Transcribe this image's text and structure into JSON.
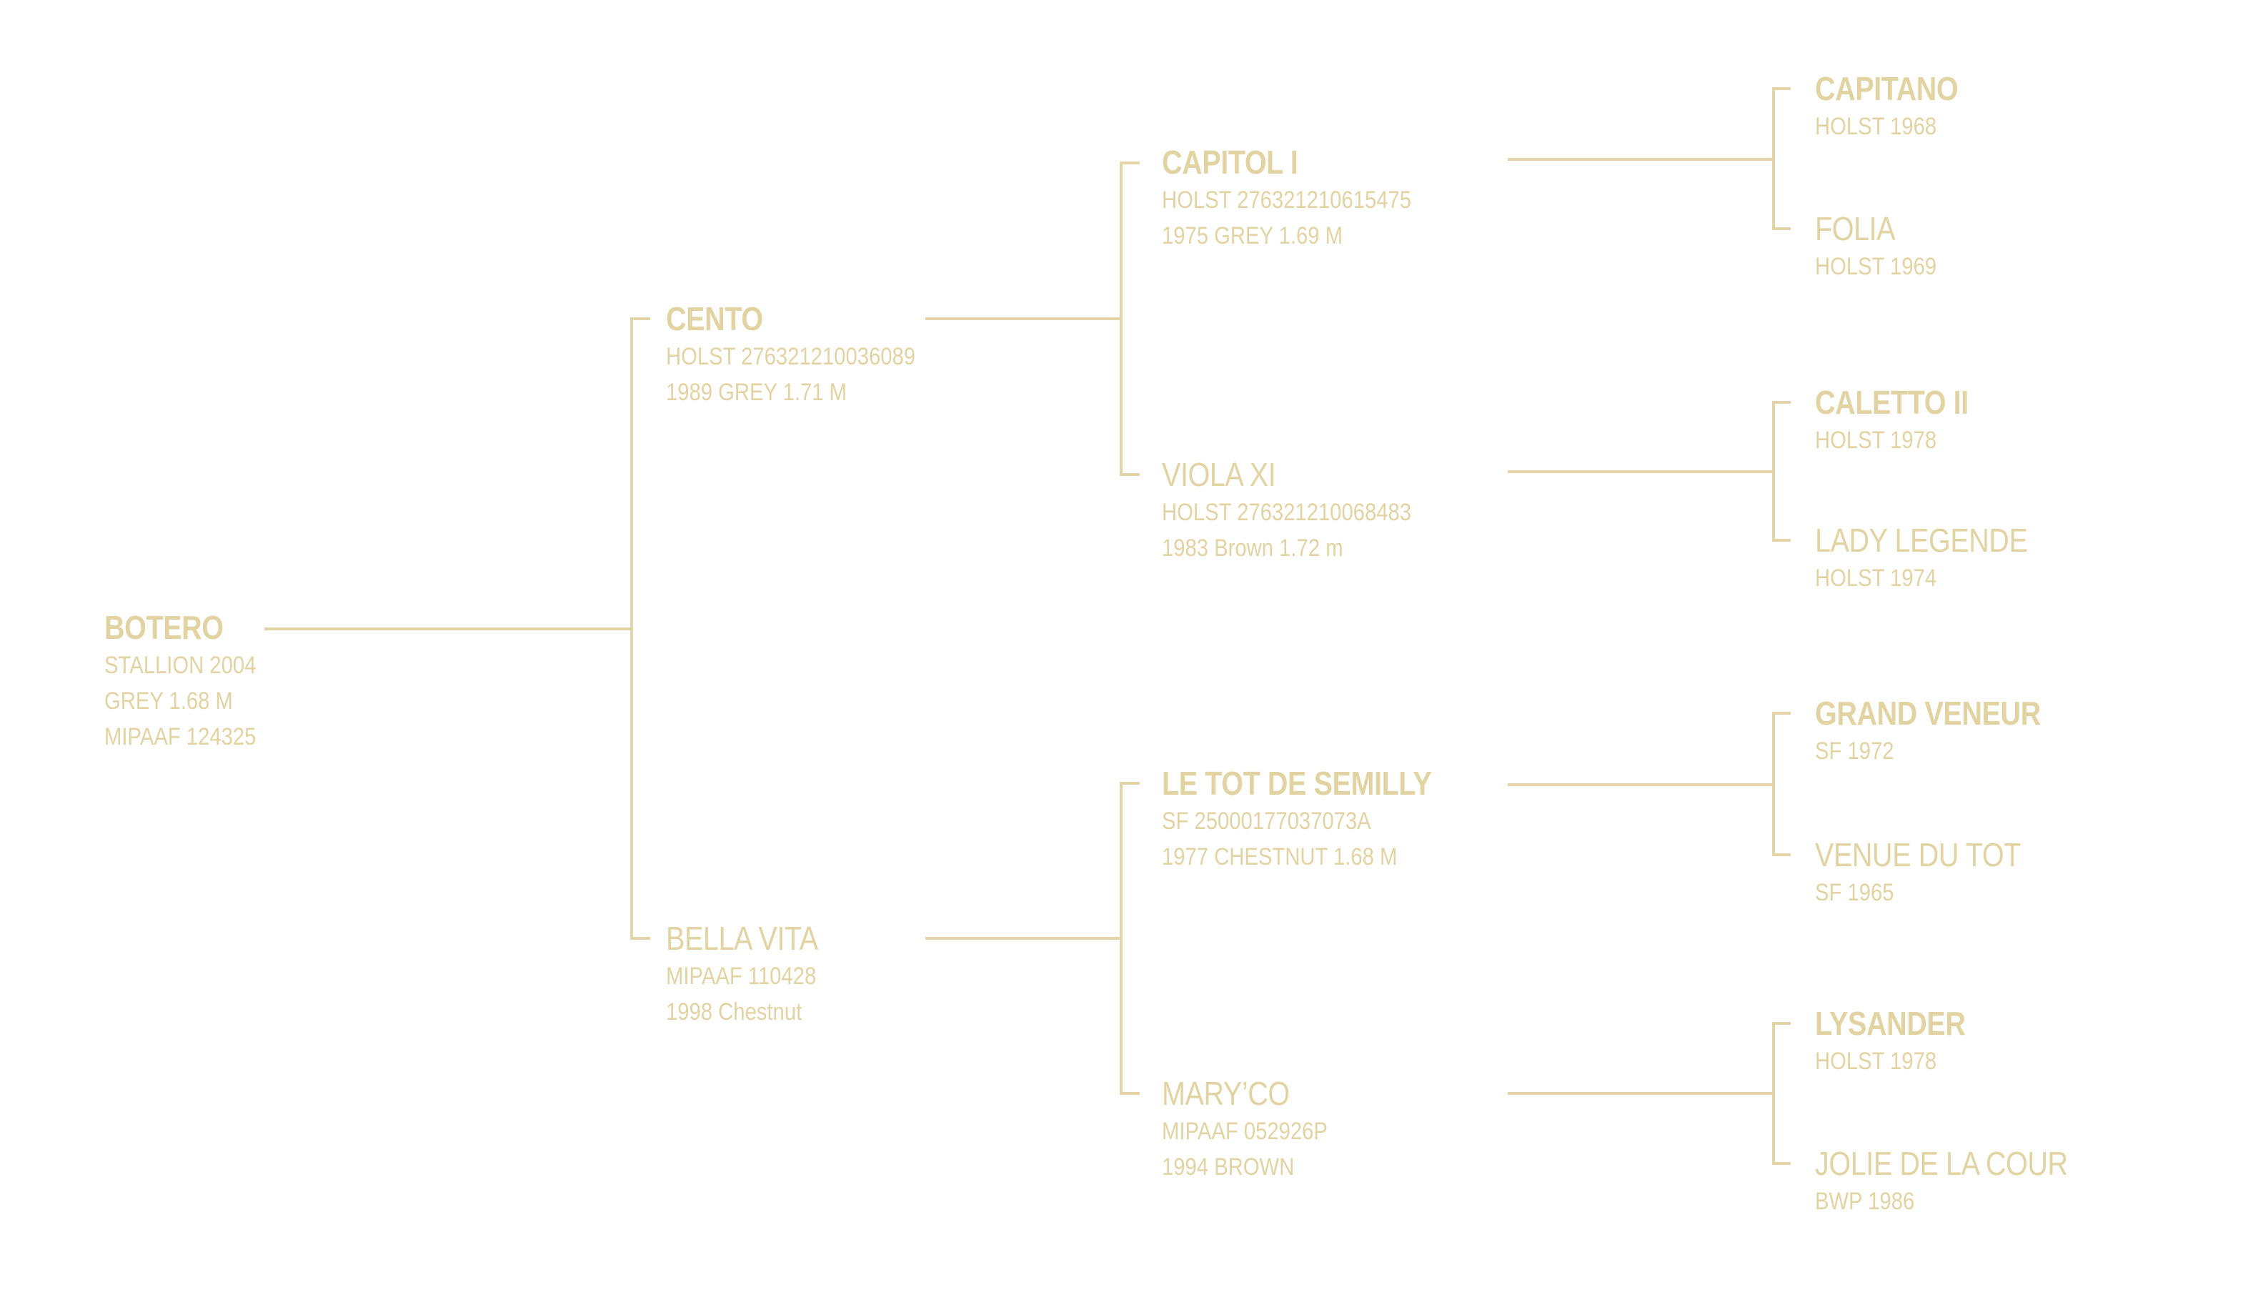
{
  "colors": {
    "text": "#e2d3a3",
    "line": "#e3d5a7",
    "background": "#ffffff"
  },
  "pedigree": {
    "subject": {
      "name": "BOTERO",
      "details": [
        "STALLION 2004",
        "GREY 1.68 M",
        "MIPAAF 124325"
      ]
    },
    "sire": {
      "name": "CENTO",
      "details": [
        "HOLST 276321210036089",
        "1989 GREY 1.71 M"
      ]
    },
    "dam": {
      "name": "BELLA VITA",
      "details": [
        "MIPAAF 110428",
        "1998 Chestnut"
      ]
    },
    "sire_sire": {
      "name": "CAPITOL I",
      "details": [
        "HOLST 276321210615475",
        "1975 GREY 1.69 M"
      ]
    },
    "sire_dam": {
      "name": "VIOLA XI",
      "details": [
        "HOLST 276321210068483",
        "1983 Brown 1.72 m"
      ]
    },
    "dam_sire": {
      "name": "LE TOT DE SEMILLY",
      "details": [
        "SF 25000177037073A",
        "1977 CHESTNUT 1.68 M"
      ]
    },
    "dam_dam": {
      "name": "MARY’CO",
      "details": [
        "MIPAAF 052926P",
        "1994 BROWN"
      ]
    },
    "gg1": {
      "name": "CAPITANO",
      "details": [
        "HOLST 1968"
      ]
    },
    "gg2": {
      "name": "FOLIA",
      "details": [
        "HOLST 1969"
      ]
    },
    "gg3": {
      "name": "CALETTO II",
      "details": [
        "HOLST 1978"
      ]
    },
    "gg4": {
      "name": "LADY LEGENDE",
      "details": [
        "HOLST 1974"
      ]
    },
    "gg5": {
      "name": "GRAND VENEUR",
      "details": [
        "SF 1972"
      ]
    },
    "gg6": {
      "name": "VENUE DU TOT",
      "details": [
        "SF 1965"
      ]
    },
    "gg7": {
      "name": "LYSANDER",
      "details": [
        "HOLST 1978"
      ]
    },
    "gg8": {
      "name": "JOLIE DE LA COUR",
      "details": [
        "BWP 1986"
      ]
    }
  }
}
